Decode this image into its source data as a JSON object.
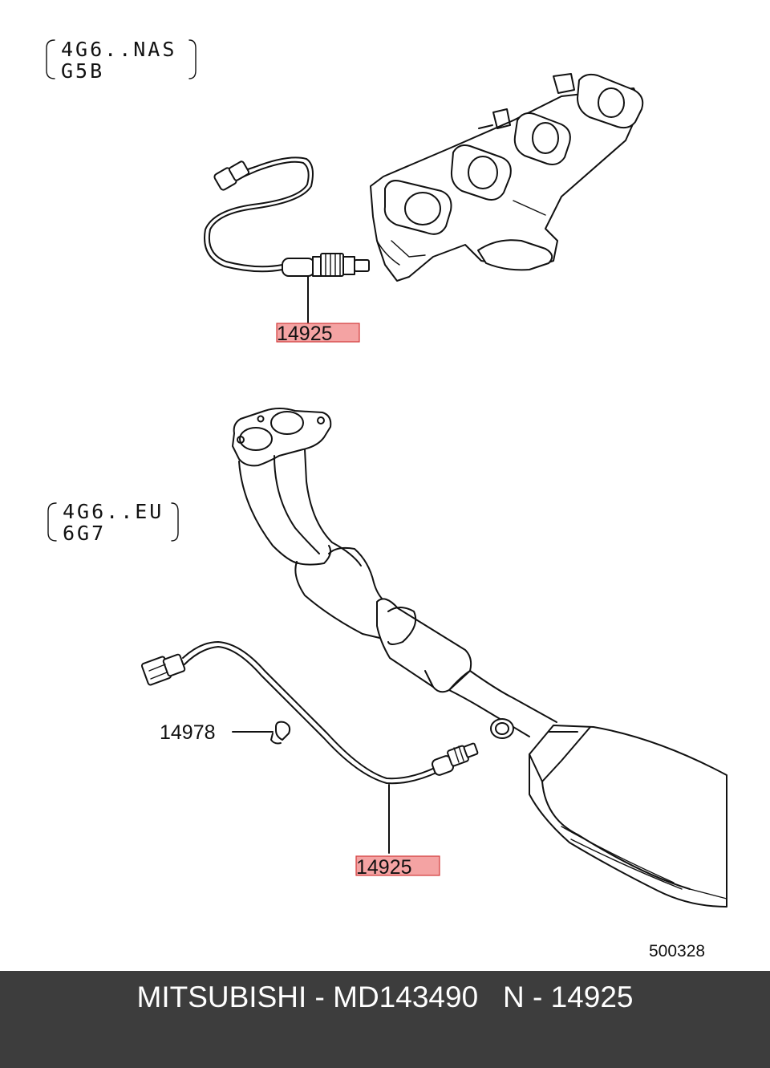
{
  "group_top": {
    "line1": "4G6..NAS",
    "line2": "G5B"
  },
  "group_bottom": {
    "line1": "4G6..EU",
    "line2": "6G7"
  },
  "callouts": {
    "sensor_top": "14925",
    "sensor_bottom": "14925",
    "clamp": "14978"
  },
  "diagram_id": "500328",
  "footer": {
    "text": "MITSUBISHI - MD143490   N - 14925"
  },
  "colors": {
    "highlight": "#f4a3a3",
    "footer_bg": "#3d3d3d"
  }
}
